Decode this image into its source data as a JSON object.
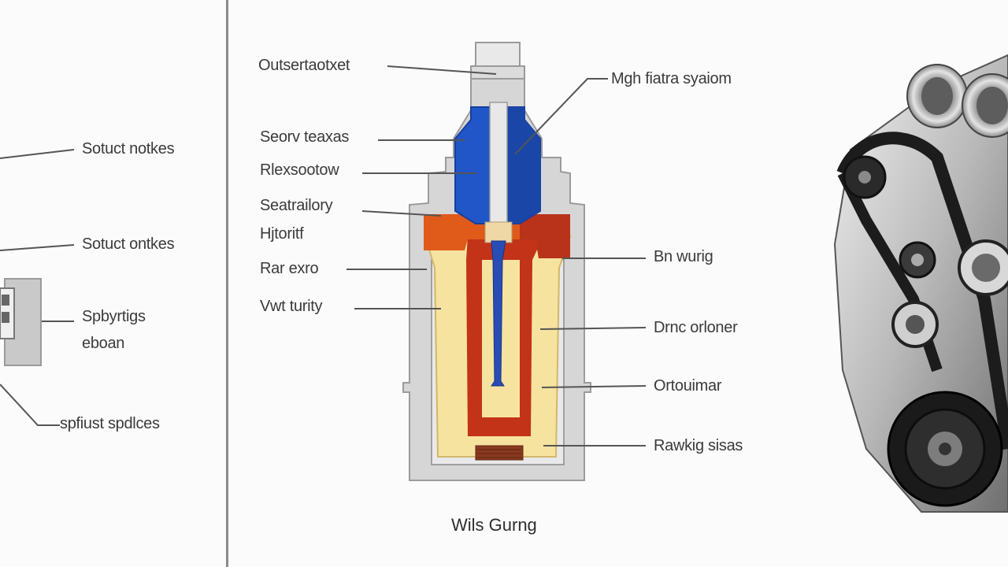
{
  "left_panel": {
    "labels": [
      "Sotuct notkes",
      "Sotuct ontkes",
      "Spbyrtigs",
      "eboan",
      "spfiust spdlces"
    ]
  },
  "diagram": {
    "labels_left": [
      "Outsertaotxet",
      "Seorv teaxas",
      "Rlexsootow",
      "Seatrailory",
      "Hjtoritf",
      "Rar exro",
      "Vwt turity"
    ],
    "labels_right": [
      "Mgh fiatra syaiom",
      "Bn wurig",
      "Drnc orloner",
      "Ortouimar",
      "Rawkig sisas"
    ],
    "caption": "Wils Gurng"
  },
  "colors": {
    "blue": "#2156c8",
    "orange": "#e05a1a",
    "red": "#c23318",
    "yellow": "#f6e3a0",
    "housing": "#d6d6d6",
    "divider": "#8a8a8a"
  },
  "icons": [
    "connector-block-icon",
    "engine-photo-icon"
  ]
}
